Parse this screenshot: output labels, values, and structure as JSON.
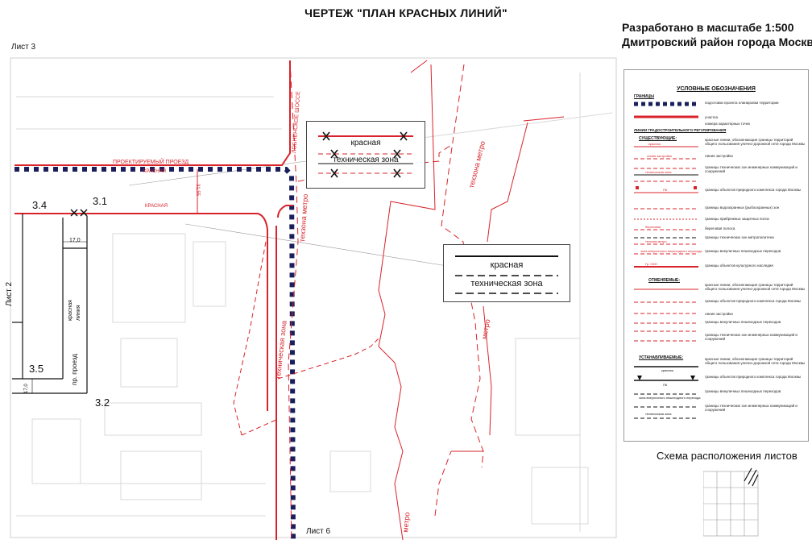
{
  "title": "ЧЕРТЕЖ \"ПЛАН КРАСНЫХ ЛИНИЙ\"",
  "scale_text": "Разработано в масштабе 1:500",
  "district_text": "Дмитровский район города Москвы",
  "sheets": {
    "top": "Лист 3",
    "left": "Лист 2",
    "bottom": "Лист 6"
  },
  "points": [
    "3.1",
    "3.2",
    "3.4",
    "3.5"
  ],
  "dims": {
    "width_top": "17,0",
    "width_bottom": "17,0",
    "gap": "31,55"
  },
  "map_labels": {
    "krasnaya": "КРАСНАЯ",
    "techzona_metro": "техзона метро",
    "metro": "метро",
    "road_vert": "красная",
    "road_vert2": "линия",
    "proezd": "пр. проезд",
    "road_top": "ПРОЕКТИРУЕМЫЙ ПРОЕЗД",
    "diag_street": "ЛОБНЕНСКОЕ ШОССЕ",
    "techzona_zone": "техническая зона"
  },
  "box_small": {
    "red": "красная",
    "tech": "техническая зона"
  },
  "box_big": {
    "red": "красная",
    "tech": "техническая зона"
  },
  "legend": {
    "title": "УСЛОВНЫЕ ОБОЗНАЧЕНИЯ",
    "borders": "ГРАНИЦЫ",
    "b1": "подготовки проекта планировки территории",
    "b2": "участка",
    "b3": "номера характерных точек",
    "lines_head": "ЛИНИИ ГРАДОСТРОИТЕЛЬНОГО РЕГУЛИРОВАНИЯ",
    "existing": "СУЩЕСТВУЮЩИЕ:",
    "e1": "красные линии, обозначающие границы территорий общего пользования улично-дорожной сети города Москвы",
    "e2": "линия застройки",
    "e3": "границы технических зон инженерных коммуникаций и сооружений",
    "e4": "границы объектов природного комплекса города Москвы",
    "e5": "границы водоохранных (рыбоохранных) зон",
    "e6": "границы прибрежных защитных полос",
    "e7": "береговая полоса",
    "e8": "границы технических зон метрополитена",
    "e9": "границы внеуличных пешеходных переходов",
    "e10": "границы объектов культурного наследия",
    "cancelled": "ОТМЕНЯЕМЫЕ:",
    "c1": "красные линии, обозначающие границы территорий общего пользования улично-дорожной сети города Москвы",
    "c2": "границы объектов природного комплекса города Москвы",
    "c3": "линия застройки",
    "c4": "границы внеуличных пешеходных переходов",
    "c5": "границы технических зон инженерных коммуникаций и сооружений",
    "established": "УСТАНАВЛИВАЕМЫЕ:",
    "s1": "красные линии, обозначающие границы территорий общего пользования улично-дорожной сети города Москвы",
    "s2": "границы объектов природного комплекса города Москвы",
    "s3": "границы внеуличных пешеходных переходов",
    "s4": "границы технических зон инженерных коммуникаций и сооружений",
    "sw_krasnaya": "красная",
    "sw_tech": "техническая зона",
    "sw_pk": "ПК",
    "sw_peshkhod": "зона внеуличного пешеходного перехода",
    "sw_metro": "техзона метро",
    "sw_line": "линия застройки",
    "sw_bereg": "береговая",
    "sw_okn": "Гр. ОКН"
  },
  "schema_title": "Схема расположения листов",
  "colors": {
    "red": "#d8232a",
    "navy": "#1a1f5c",
    "grid": "#e6e6e6",
    "thin": "#c9c9c9"
  }
}
